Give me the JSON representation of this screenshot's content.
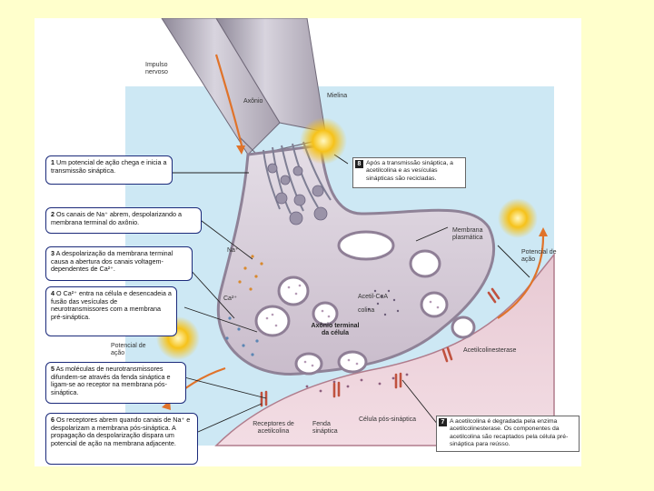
{
  "labels": {
    "impulso": "Impulso nervoso",
    "axonio": "Axônio",
    "mielina": "Mielina",
    "na": "Na⁺",
    "ca": "Ca²⁺",
    "acetil_coa": "Acetil-CoA",
    "colina": "colina",
    "axonio_terminal": "Axônio terminal da célula",
    "membrana_plasmatica": "Membrana plasmática",
    "potencial_direita": "Potencial de ação",
    "potencial_esquerda": "Potencial de ação",
    "acetilcolinesterase": "Acetilcolinesterase",
    "receptores": "Receptores de acetilcolina",
    "fenda": "Fenda sináptica",
    "celula_pos": "Célula pós-sináptica"
  },
  "steps": [
    {
      "num": "1",
      "text": "Um potencial de ação chega e inicia a transmissão sináptica."
    },
    {
      "num": "2",
      "text": "Os canais de Na⁺ abrem, despolarizando a membrana terminal do axônio."
    },
    {
      "num": "3",
      "text": "A despolarização da membrana terminal causa a abertura dos canais voltagem-dependentes de Ca²⁺."
    },
    {
      "num": "4",
      "text": "O Ca²⁺ entra na célula e desencadeia a fusão das vesículas de neurotransmissores com a membrana pré-sináptica."
    },
    {
      "num": "5",
      "text": "As moléculas de neurotransmissores difundem-se através da fenda sináptica e ligam-se ao receptor na membrana pós-sináptica."
    },
    {
      "num": "6",
      "text": "Os receptores abrem quando canais de Na⁺ e despolarizam a membrana pós-sináptica. A propagação da despolarização dispara um potencial de ação na membrana adjacente."
    }
  ],
  "right_steps": [
    {
      "num": "8",
      "text": "Após a transmissão sináptica, a acetilcolina e as vesículas sinápticas são recicladas."
    },
    {
      "num": "7",
      "text": "A acetilcolina é degradada pela enzima acetilcolinesterase. Os componentes da acetilcolina são recaptados pela célula pré-sináptica para reússo."
    }
  ],
  "colors": {
    "page": "#ffffcc",
    "box_border": "#1b2a7a",
    "fluid": "#cde8f4",
    "terminal": "#d9d0dc",
    "arrow": "#e0732a",
    "flash": "#f6c21a"
  }
}
